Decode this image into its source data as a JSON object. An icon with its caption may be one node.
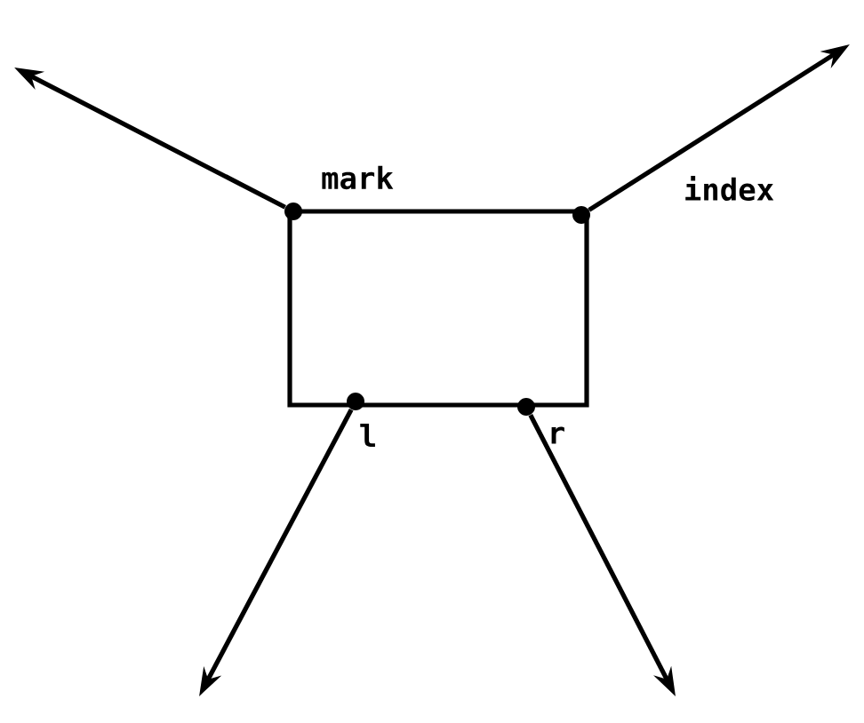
{
  "diagram": {
    "nodes": [
      {
        "text": [],
        "shape": "box"
      },
      {
        "text": [],
        "shape": "circle",
        "beside": [
          "mark"
        ]
      },
      {
        "text": [],
        "shape": "circle",
        "beside": [
          "index"
        ]
      },
      {
        "text": [],
        "shape": "circle",
        "beside": [
          "l"
        ]
      },
      {
        "text": [],
        "shape": "circle",
        "beside": [
          "r"
        ]
      }
    ],
    "edges": [
      {
        "from": 1,
        "to": null,
        "arrow": "to"
      },
      {
        "from": 2,
        "to": null,
        "arrow": "to"
      },
      {
        "from": 3,
        "to": null,
        "arrow": "to"
      },
      {
        "from": 4,
        "to": null,
        "arrow": "to"
      }
    ]
  }
}
